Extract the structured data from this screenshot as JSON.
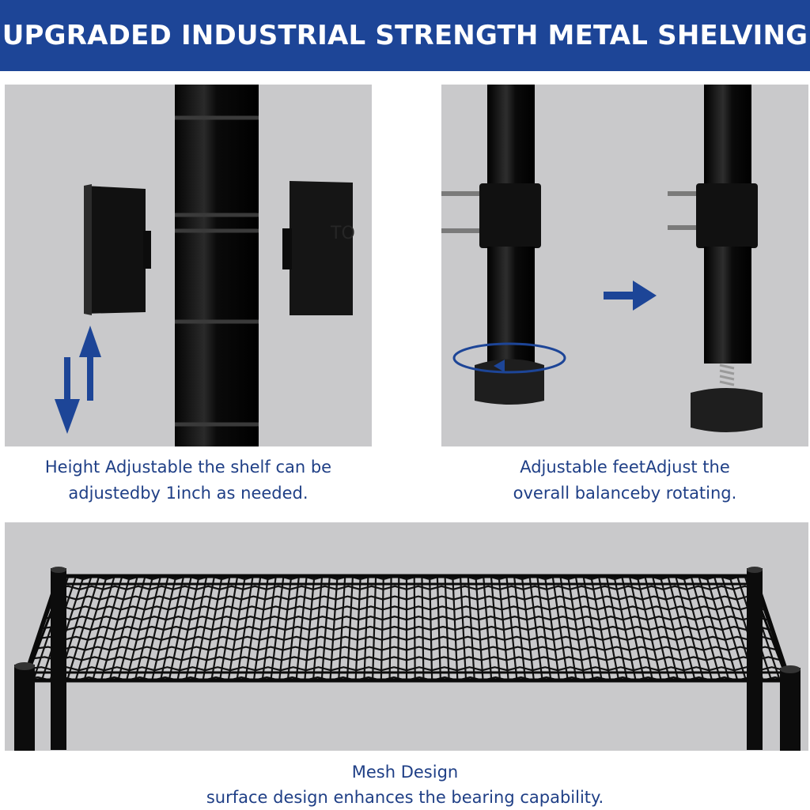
{
  "banner": {
    "title": "UPGRADED INDUSTRIAL STRENGTH METAL SHELVING"
  },
  "panels": {
    "height": {
      "caption_line1": "Height Adjustable the shelf can be",
      "caption_line2": "adjustedby 1inch as needed."
    },
    "feet": {
      "caption_line1": "Adjustable feetAdjust the",
      "caption_line2": "overall balanceby rotating."
    },
    "mesh": {
      "caption_line1": "Mesh Design",
      "caption_line2": "surface design enhances the bearing capability."
    }
  },
  "colors": {
    "banner": "#1d4597",
    "caption_text": "#1f3f86",
    "arrow": "#1d4597",
    "panel_bg": "#c9c9cb",
    "metal": "#0d0d0d"
  },
  "icons": {
    "up_down_arrows": "up-down-arrows-icon",
    "right_arrow": "right-arrow-icon",
    "rotate_arrow": "rotate-arrow-icon"
  }
}
